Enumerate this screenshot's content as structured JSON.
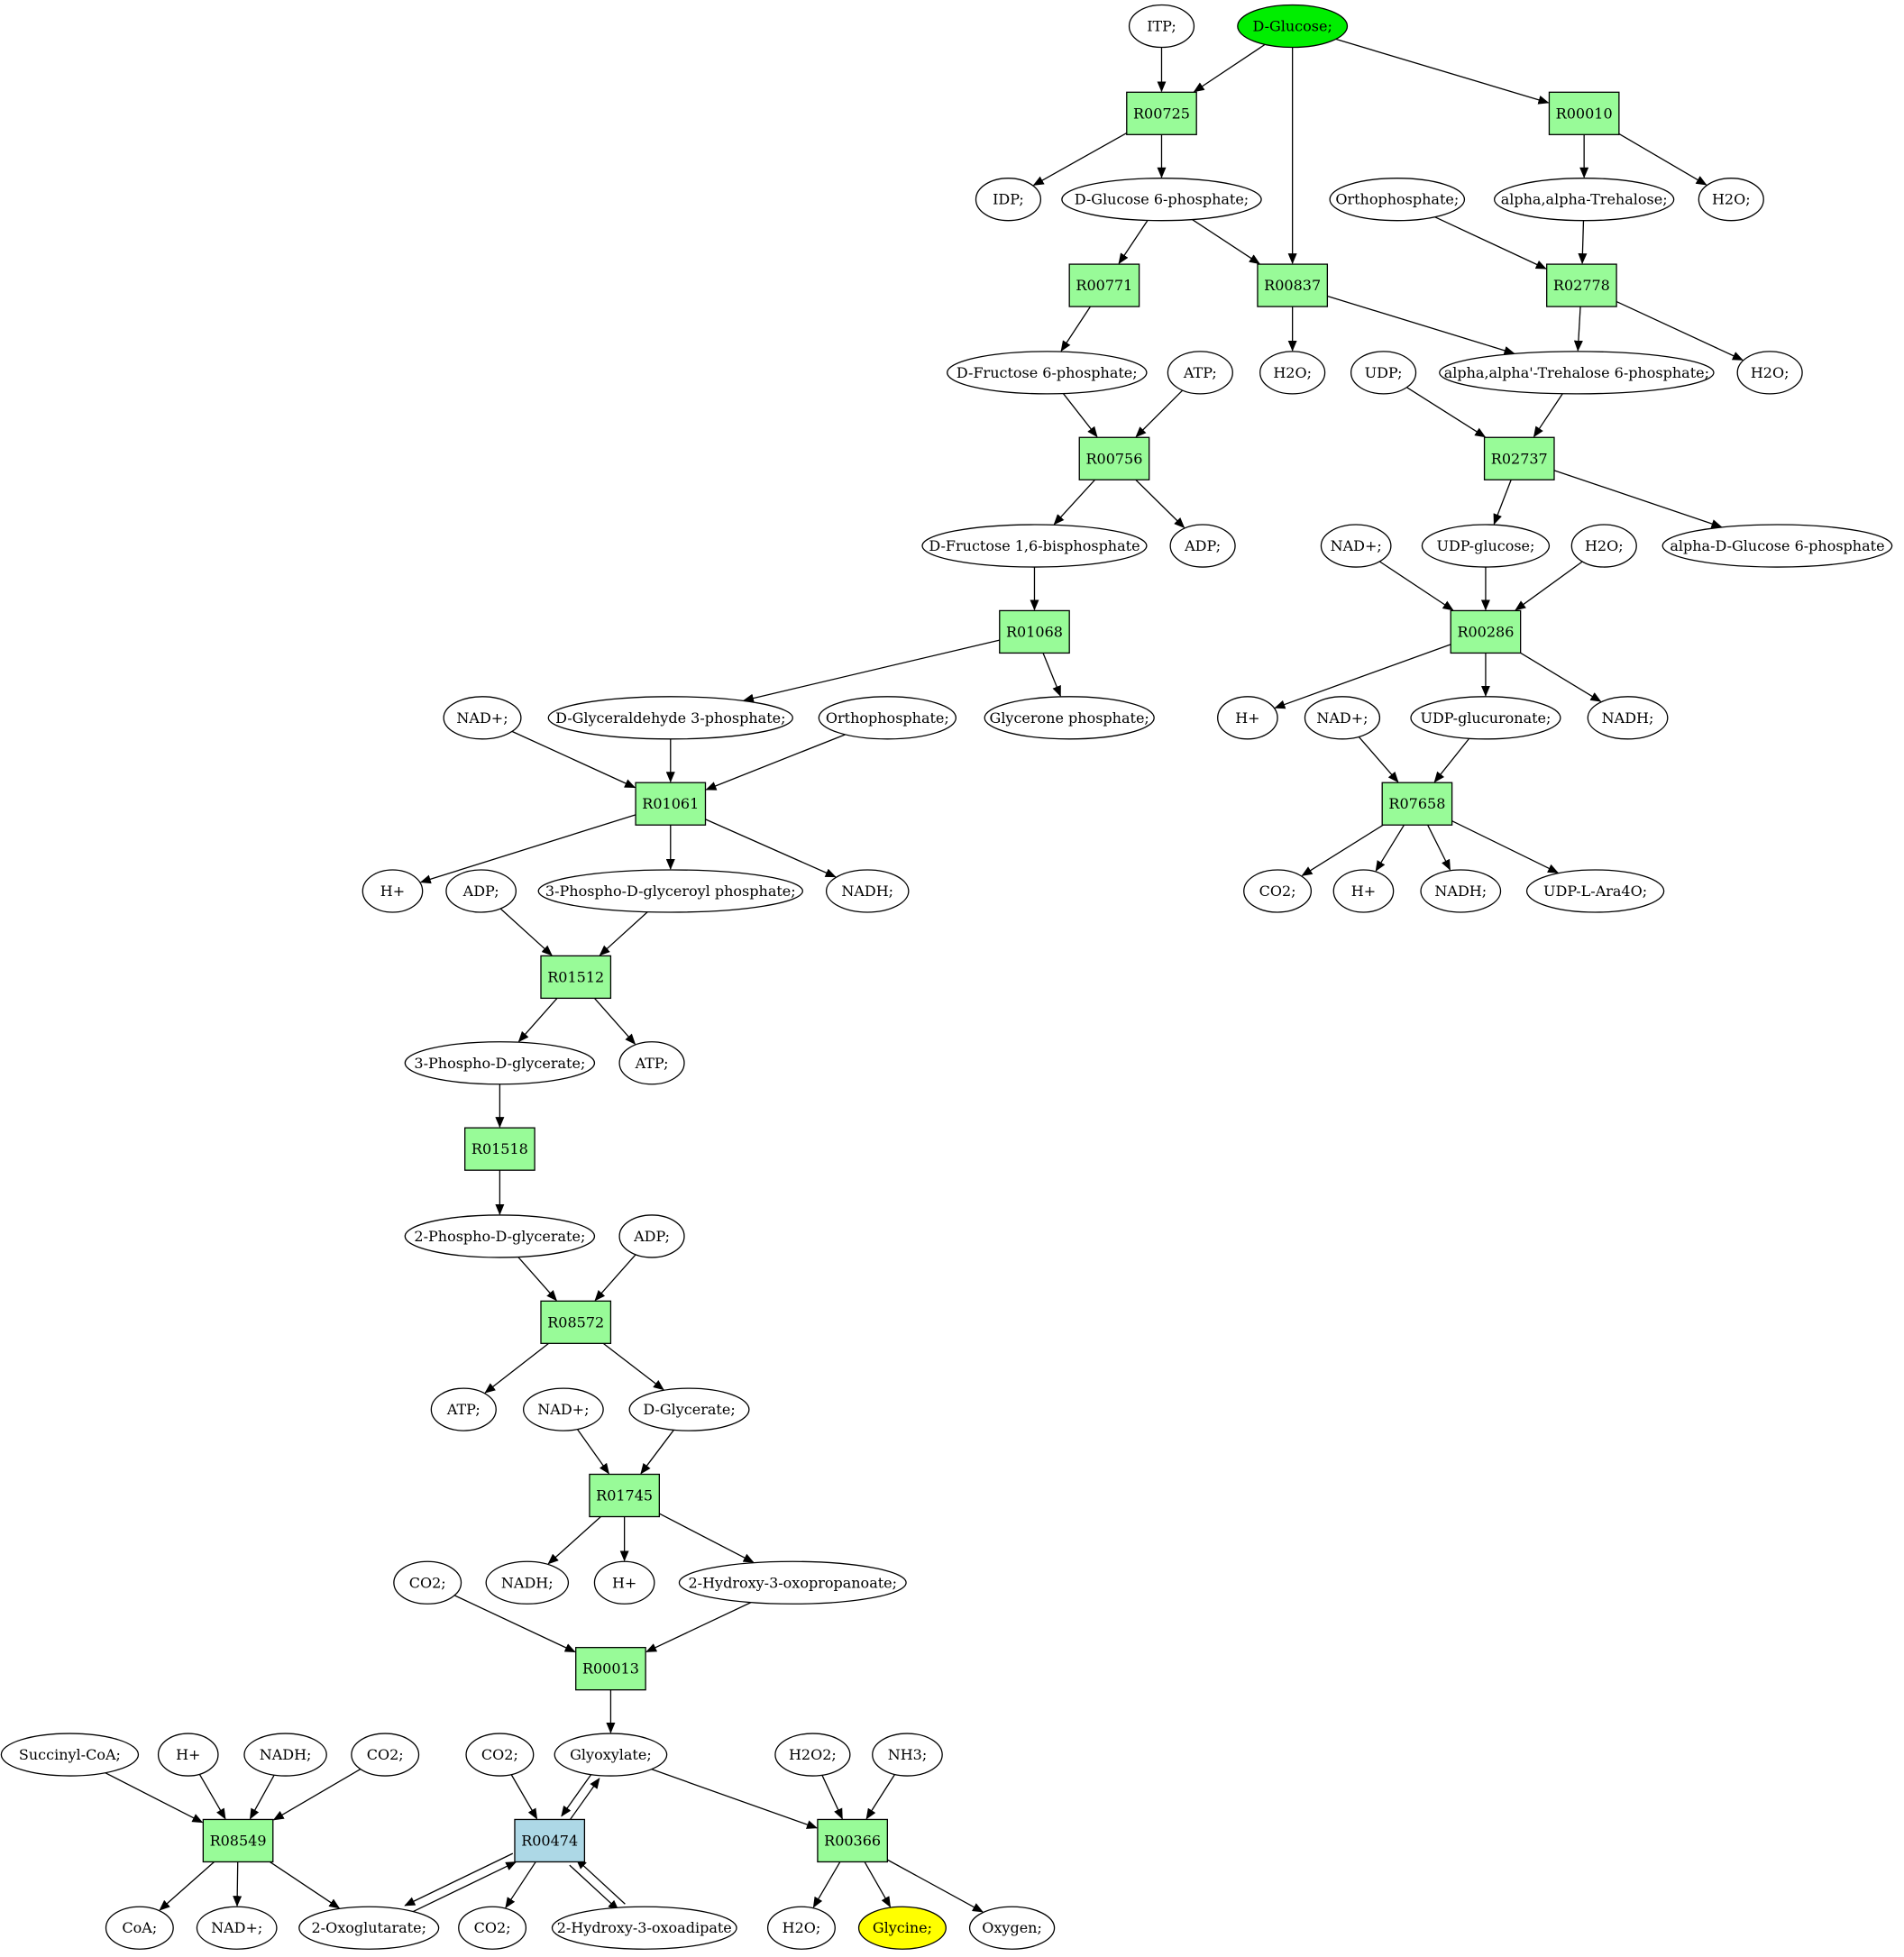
{
  "colors": {
    "reaction": "#98fb98",
    "reaction_highlight": "#add8e6",
    "source_compound": "#00ee00",
    "target_compound": "#ffff00",
    "compound": "#ffffff",
    "stroke": "#000000"
  },
  "nodes": [
    {
      "id": "itp",
      "label": "ITP;",
      "kind": "compound"
    },
    {
      "id": "dglucose",
      "label": "D-Glucose;",
      "kind": "compound",
      "color": "source"
    },
    {
      "id": "r00725",
      "label": "R00725",
      "kind": "reaction"
    },
    {
      "id": "r00010",
      "label": "R00010",
      "kind": "reaction"
    },
    {
      "id": "idp",
      "label": "IDP;",
      "kind": "compound"
    },
    {
      "id": "g6p",
      "label": "D-Glucose 6-phosphate;",
      "kind": "compound"
    },
    {
      "id": "orthophosphate1",
      "label": "Orthophosphate;",
      "kind": "compound"
    },
    {
      "id": "trehalose",
      "label": "alpha,alpha-Trehalose;",
      "kind": "compound"
    },
    {
      "id": "h2o1",
      "label": "H2O;",
      "kind": "compound"
    },
    {
      "id": "r00771",
      "label": "R00771",
      "kind": "reaction"
    },
    {
      "id": "r00837",
      "label": "R00837",
      "kind": "reaction"
    },
    {
      "id": "r02778",
      "label": "R02778",
      "kind": "reaction"
    },
    {
      "id": "f6p",
      "label": "D-Fructose 6-phosphate;",
      "kind": "compound"
    },
    {
      "id": "atp1",
      "label": "ATP;",
      "kind": "compound"
    },
    {
      "id": "h2o2",
      "label": "H2O;",
      "kind": "compound"
    },
    {
      "id": "udp",
      "label": "UDP;",
      "kind": "compound"
    },
    {
      "id": "t6p",
      "label": "alpha,alpha'-Trehalose 6-phosphate;",
      "kind": "compound"
    },
    {
      "id": "h2o3",
      "label": "H2O;",
      "kind": "compound"
    },
    {
      "id": "r00756",
      "label": "R00756",
      "kind": "reaction"
    },
    {
      "id": "r02737",
      "label": "R02737",
      "kind": "reaction"
    },
    {
      "id": "fbp",
      "label": "D-Fructose 1,6-bisphosphate",
      "kind": "compound"
    },
    {
      "id": "adp1",
      "label": "ADP;",
      "kind": "compound"
    },
    {
      "id": "nad1",
      "label": "NAD+;",
      "kind": "compound"
    },
    {
      "id": "udpglucose",
      "label": "UDP-glucose;",
      "kind": "compound"
    },
    {
      "id": "h2o4",
      "label": "H2O;",
      "kind": "compound"
    },
    {
      "id": "adg6p",
      "label": "alpha-D-Glucose 6-phosphate",
      "kind": "compound"
    },
    {
      "id": "r01068",
      "label": "R01068",
      "kind": "reaction"
    },
    {
      "id": "r00286",
      "label": "R00286",
      "kind": "reaction"
    },
    {
      "id": "nad2",
      "label": "NAD+;",
      "kind": "compound"
    },
    {
      "id": "gap",
      "label": "D-Glyceraldehyde 3-phosphate;",
      "kind": "compound"
    },
    {
      "id": "orthophosphate2",
      "label": "Orthophosphate;",
      "kind": "compound"
    },
    {
      "id": "dhap",
      "label": "Glycerone phosphate;",
      "kind": "compound"
    },
    {
      "id": "hplus1",
      "label": "H+",
      "kind": "compound"
    },
    {
      "id": "nad3",
      "label": "NAD+;",
      "kind": "compound"
    },
    {
      "id": "udpglucuronate",
      "label": "UDP-glucuronate;",
      "kind": "compound"
    },
    {
      "id": "nadh1",
      "label": "NADH;",
      "kind": "compound"
    },
    {
      "id": "r01061",
      "label": "R01061",
      "kind": "reaction"
    },
    {
      "id": "r07658",
      "label": "R07658",
      "kind": "reaction"
    },
    {
      "id": "hplus2",
      "label": "H+",
      "kind": "compound"
    },
    {
      "id": "adp2",
      "label": "ADP;",
      "kind": "compound"
    },
    {
      "id": "bpg",
      "label": "3-Phospho-D-glyceroyl phosphate;",
      "kind": "compound"
    },
    {
      "id": "nadh2",
      "label": "NADH;",
      "kind": "compound"
    },
    {
      "id": "co2a",
      "label": "CO2;",
      "kind": "compound"
    },
    {
      "id": "hplus3",
      "label": "H+",
      "kind": "compound"
    },
    {
      "id": "nadh3",
      "label": "NADH;",
      "kind": "compound"
    },
    {
      "id": "udpara",
      "label": "UDP-L-Ara4O;",
      "kind": "compound"
    },
    {
      "id": "r01512",
      "label": "R01512",
      "kind": "reaction"
    },
    {
      "id": "pg3",
      "label": "3-Phospho-D-glycerate;",
      "kind": "compound"
    },
    {
      "id": "atp2",
      "label": "ATP;",
      "kind": "compound"
    },
    {
      "id": "r01518",
      "label": "R01518",
      "kind": "reaction"
    },
    {
      "id": "pg2",
      "label": "2-Phospho-D-glycerate;",
      "kind": "compound"
    },
    {
      "id": "adp3",
      "label": "ADP;",
      "kind": "compound"
    },
    {
      "id": "r08572",
      "label": "R08572",
      "kind": "reaction"
    },
    {
      "id": "atp3",
      "label": "ATP;",
      "kind": "compound"
    },
    {
      "id": "nad4",
      "label": "NAD+;",
      "kind": "compound"
    },
    {
      "id": "dglycerate",
      "label": "D-Glycerate;",
      "kind": "compound"
    },
    {
      "id": "r01745",
      "label": "R01745",
      "kind": "reaction"
    },
    {
      "id": "co2b",
      "label": "CO2;",
      "kind": "compound"
    },
    {
      "id": "nadh4",
      "label": "NADH;",
      "kind": "compound"
    },
    {
      "id": "hplus4",
      "label": "H+",
      "kind": "compound"
    },
    {
      "id": "hop",
      "label": "2-Hydroxy-3-oxopropanoate;",
      "kind": "compound"
    },
    {
      "id": "r00013",
      "label": "R00013",
      "kind": "reaction"
    },
    {
      "id": "succoa",
      "label": "Succinyl-CoA;",
      "kind": "compound"
    },
    {
      "id": "hplus5",
      "label": "H+",
      "kind": "compound"
    },
    {
      "id": "nadh5",
      "label": "NADH;",
      "kind": "compound"
    },
    {
      "id": "co2c",
      "label": "CO2;",
      "kind": "compound"
    },
    {
      "id": "co2d",
      "label": "CO2;",
      "kind": "compound"
    },
    {
      "id": "glyoxylate",
      "label": "Glyoxylate;",
      "kind": "compound"
    },
    {
      "id": "h2o2b",
      "label": "H2O2;",
      "kind": "compound"
    },
    {
      "id": "nh3",
      "label": "NH3;",
      "kind": "compound"
    },
    {
      "id": "r08549",
      "label": "R08549",
      "kind": "reaction"
    },
    {
      "id": "r00474",
      "label": "R00474",
      "kind": "reaction",
      "color": "highlight"
    },
    {
      "id": "r00366",
      "label": "R00366",
      "kind": "reaction"
    },
    {
      "id": "coa",
      "label": "CoA;",
      "kind": "compound"
    },
    {
      "id": "nad5",
      "label": "NAD+;",
      "kind": "compound"
    },
    {
      "id": "oxoglutarate",
      "label": "2-Oxoglutarate;",
      "kind": "compound"
    },
    {
      "id": "co2e",
      "label": "CO2;",
      "kind": "compound"
    },
    {
      "id": "hoa",
      "label": "2-Hydroxy-3-oxoadipate",
      "kind": "compound"
    },
    {
      "id": "h2o5",
      "label": "H2O;",
      "kind": "compound"
    },
    {
      "id": "glycine",
      "label": "Glycine;",
      "kind": "compound",
      "color": "target"
    },
    {
      "id": "oxygen",
      "label": "Oxygen;",
      "kind": "compound"
    }
  ],
  "edges": [
    [
      "itp",
      "r00725"
    ],
    [
      "dglucose",
      "r00725"
    ],
    [
      "dglucose",
      "r00010"
    ],
    [
      "dglucose",
      "r00837"
    ],
    [
      "r00725",
      "idp"
    ],
    [
      "r00725",
      "g6p"
    ],
    [
      "r00010",
      "trehalose"
    ],
    [
      "r00010",
      "h2o1"
    ],
    [
      "g6p",
      "r00771"
    ],
    [
      "g6p",
      "r00837"
    ],
    [
      "orthophosphate1",
      "r02778"
    ],
    [
      "trehalose",
      "r02778"
    ],
    [
      "r00771",
      "f6p"
    ],
    [
      "r00837",
      "h2o2"
    ],
    [
      "r00837",
      "t6p"
    ],
    [
      "r02778",
      "t6p"
    ],
    [
      "r02778",
      "h2o3"
    ],
    [
      "f6p",
      "r00756"
    ],
    [
      "atp1",
      "r00756"
    ],
    [
      "udp",
      "r02737"
    ],
    [
      "t6p",
      "r02737"
    ],
    [
      "r00756",
      "fbp"
    ],
    [
      "r00756",
      "adp1"
    ],
    [
      "r02737",
      "udpglucose"
    ],
    [
      "r02737",
      "adg6p"
    ],
    [
      "fbp",
      "r01068"
    ],
    [
      "nad1",
      "r00286"
    ],
    [
      "udpglucose",
      "r00286"
    ],
    [
      "h2o4",
      "r00286"
    ],
    [
      "r01068",
      "gap"
    ],
    [
      "r01068",
      "dhap"
    ],
    [
      "r00286",
      "hplus1"
    ],
    [
      "r00286",
      "udpglucuronate"
    ],
    [
      "r00286",
      "nadh1"
    ],
    [
      "nad2",
      "r01061"
    ],
    [
      "gap",
      "r01061"
    ],
    [
      "orthophosphate2",
      "r01061"
    ],
    [
      "nad3",
      "r07658"
    ],
    [
      "udpglucuronate",
      "r07658"
    ],
    [
      "r01061",
      "hplus2"
    ],
    [
      "r01061",
      "bpg"
    ],
    [
      "r01061",
      "nadh2"
    ],
    [
      "r07658",
      "co2a"
    ],
    [
      "r07658",
      "hplus3"
    ],
    [
      "r07658",
      "nadh3"
    ],
    [
      "r07658",
      "udpara"
    ],
    [
      "adp2",
      "r01512"
    ],
    [
      "bpg",
      "r01512"
    ],
    [
      "r01512",
      "pg3"
    ],
    [
      "r01512",
      "atp2"
    ],
    [
      "pg3",
      "r01518"
    ],
    [
      "r01518",
      "pg2"
    ],
    [
      "pg2",
      "r08572"
    ],
    [
      "adp3",
      "r08572"
    ],
    [
      "r08572",
      "atp3"
    ],
    [
      "r08572",
      "dglycerate"
    ],
    [
      "nad4",
      "r01745"
    ],
    [
      "dglycerate",
      "r01745"
    ],
    [
      "r01745",
      "nadh4"
    ],
    [
      "r01745",
      "hplus4"
    ],
    [
      "r01745",
      "hop"
    ],
    [
      "co2b",
      "r00013"
    ],
    [
      "hop",
      "r00013"
    ],
    [
      "r00013",
      "glyoxylate"
    ],
    [
      "succoa",
      "r08549"
    ],
    [
      "hplus5",
      "r08549"
    ],
    [
      "nadh5",
      "r08549"
    ],
    [
      "co2c",
      "r08549"
    ],
    [
      "co2d",
      "r00474"
    ],
    [
      "glyoxylate",
      "r00474"
    ],
    [
      "r00474",
      "glyoxylate"
    ],
    [
      "glyoxylate",
      "r00366"
    ],
    [
      "h2o2b",
      "r00366"
    ],
    [
      "nh3",
      "r00366"
    ],
    [
      "r08549",
      "coa"
    ],
    [
      "r08549",
      "nad5"
    ],
    [
      "r08549",
      "oxoglutarate"
    ],
    [
      "oxoglutarate",
      "r00474"
    ],
    [
      "r00474",
      "oxoglutarate"
    ],
    [
      "r00474",
      "co2e"
    ],
    [
      "r00474",
      "hoa"
    ],
    [
      "hoa",
      "r00474"
    ],
    [
      "r00366",
      "h2o5"
    ],
    [
      "r00366",
      "glycine"
    ],
    [
      "r00366",
      "oxygen"
    ]
  ]
}
